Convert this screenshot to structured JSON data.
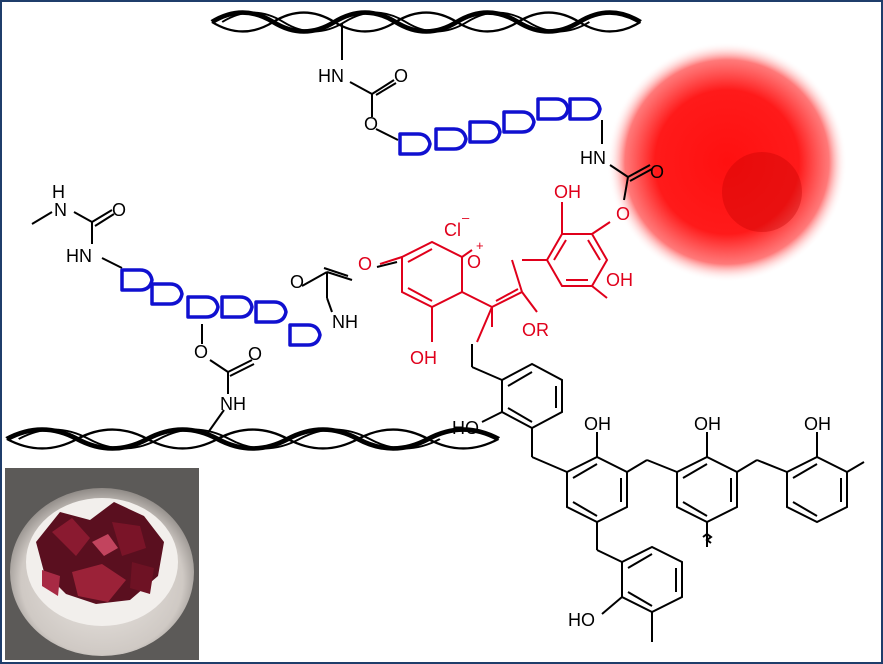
{
  "colors": {
    "frame": "#1f3d6b",
    "anthocyanin": "#e0001b",
    "linker": "#1010d0",
    "bond": "#000000",
    "nanoparticle": "#ff1a1a"
  },
  "icons": [
    "dna-helix-icon",
    "red-nanoparticle-icon",
    "hibiscus-bowl-photo"
  ],
  "labels": {
    "nh_top": "HN",
    "o_carbonyl": "O",
    "o_ester": "O",
    "hn_right": "HN",
    "oh": "OH",
    "cl": "Cl",
    "minus": "–",
    "plus": "+",
    "or": "OR",
    "nh_left": "N",
    "h_left": "H",
    "hn_left": "HN",
    "nh_mid": "NH",
    "nh_low": "NH",
    "ho": "HO"
  }
}
